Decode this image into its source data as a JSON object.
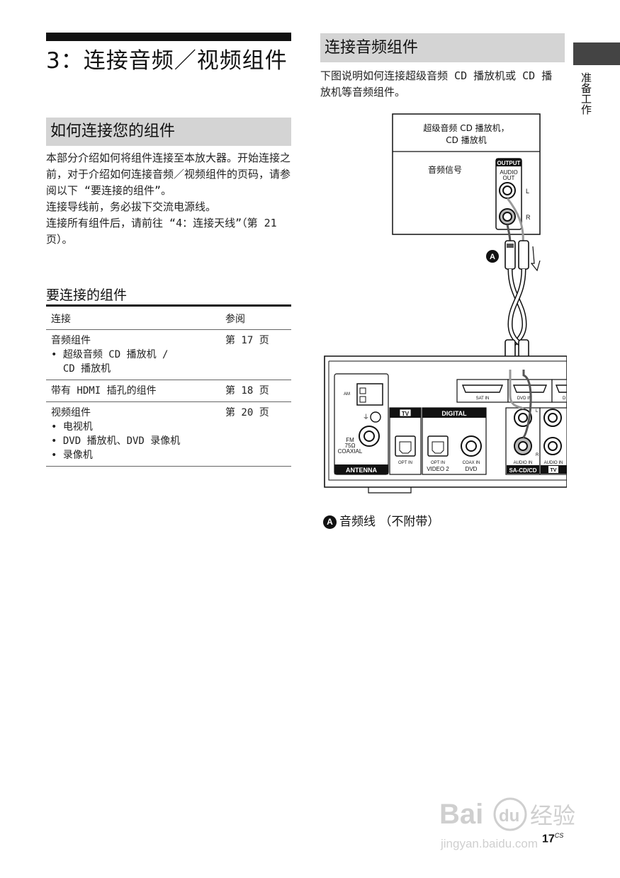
{
  "main_title": "3：连接音频／视频组件",
  "how_section": {
    "heading": "如何连接您的组件",
    "paragraphs": [
      "本部分介绍如何将组件连接至本放大器。开始连接之前，对于介绍如何连接音频／视频组件的页码，请参阅以下 “要连接的组件”。",
      "连接导线前，务必拔下交流电源线。",
      "连接所有组件后，请前往 “4：连接天线”（第 21 页）。"
    ]
  },
  "components": {
    "heading": "要连接的组件",
    "columns": [
      "连接",
      "参阅"
    ],
    "rows": [
      {
        "lines": [
          "音频组件",
          "• 超级音频 CD 播放机 /",
          "  CD 播放机"
        ],
        "ref": "第 17 页"
      },
      {
        "lines": [
          "带有 HDMI 插孔的组件"
        ],
        "ref": "第 18 页"
      },
      {
        "lines": [
          "视频组件",
          "• 电视机",
          "• DVD 播放机、DVD 录像机",
          "• 录像机"
        ],
        "ref": "第 20 页"
      }
    ]
  },
  "audio_section": {
    "heading": "连接音频组件",
    "description": "下图说明如何连接超级音频 CD 播放机或 CD 播放机等音频组件。"
  },
  "side_label": "准备工作",
  "diagram": {
    "player_title_1": "超级音频 CD 播放机，",
    "player_title_2": "CD 播放机",
    "signal_label": "音频信号",
    "output_label": "OUTPUT",
    "audio_out_1": "AUDIO",
    "audio_out_2": "OUT",
    "left_label": "L",
    "right_label": "R",
    "cable_marker": "A",
    "rear_labels": {
      "am": "AM",
      "fm_1": "FM",
      "fm_2": "75Ω",
      "fm_3": "COAXIAL",
      "antenna": "ANTENNA",
      "tv_box": "TV",
      "digital": "DIGITAL",
      "opt_in_tv": "OPT IN",
      "opt_in_video2": "OPT IN",
      "coax_in": "COAX IN",
      "video2": "VIDEO 2",
      "dvd": "DVD",
      "sat_in": "SAT IN",
      "dvd_in": "DVD IN",
      "audio_in_1": "AUDIO IN",
      "sacd": "SA-CD/CD",
      "audio_in_2": "AUDIO IN",
      "tv_box_2": "TV",
      "l": "L",
      "r": "R"
    }
  },
  "caption": {
    "marker": "A",
    "text": "音频线 （不附带）"
  },
  "page_number": "17",
  "page_suffix": "CS",
  "watermark": {
    "line1": "Bai",
    "line2": "du",
    "cn": "经验",
    "url": "jingyan.baidu.com"
  }
}
